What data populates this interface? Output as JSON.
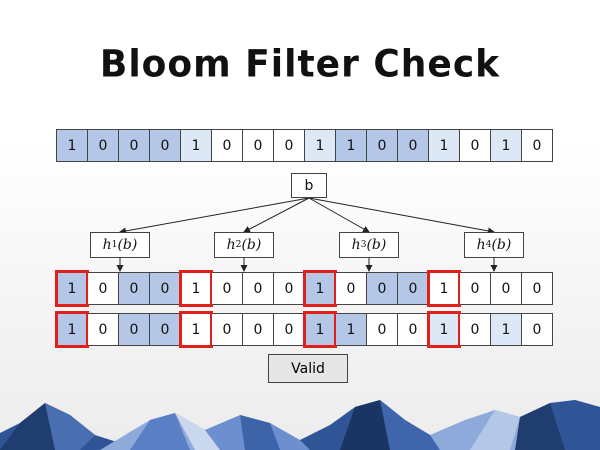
{
  "title": "Bloom Filter Check",
  "filter_bits": [
    "1",
    "0",
    "0",
    "0",
    "1",
    "0",
    "0",
    "0",
    "1",
    "1",
    "0",
    "0",
    "1",
    "0",
    "1",
    "0"
  ],
  "input_node": "b",
  "hash_nodes": [
    {
      "func": "h",
      "sub": "1",
      "arg": "(b)"
    },
    {
      "func": "h",
      "sub": "2",
      "arg": "(b)"
    },
    {
      "func": "h",
      "sub": "3",
      "arg": "(b)"
    },
    {
      "func": "h",
      "sub": "4",
      "arg": "(b)"
    }
  ],
  "hash_bits": [
    "1",
    "0",
    "0",
    "0",
    "1",
    "0",
    "0",
    "0",
    "1",
    "0",
    "0",
    "0",
    "1",
    "0",
    "0",
    "0"
  ],
  "check_bits": [
    "1",
    "0",
    "0",
    "0",
    "1",
    "0",
    "0",
    "0",
    "1",
    "1",
    "0",
    "0",
    "1",
    "0",
    "1",
    "0"
  ],
  "highlighted_positions": [
    0,
    4,
    8,
    12
  ],
  "result_label": "Valid",
  "colors": {
    "cell_dark": "#b4c7e7",
    "cell_light": "#dde8f6",
    "highlight": "#e0201b",
    "mountain_dark": "#1f3d6e",
    "mountain_mid": "#2f5597",
    "mountain_light": "#8eaadb"
  }
}
